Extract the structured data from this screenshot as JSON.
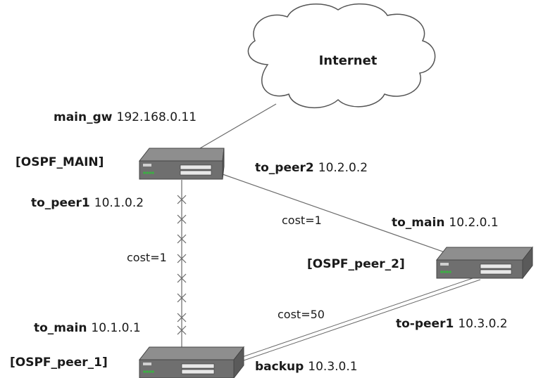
{
  "cloud": {
    "label": "Internet"
  },
  "nodes": {
    "main": {
      "label": "[OSPF_MAIN]"
    },
    "peer1": {
      "label": "[OSPF_peer_1]"
    },
    "peer2": {
      "label": "[OSPF_peer_2]"
    }
  },
  "interfaces": {
    "main_gw": {
      "name": "main_gw",
      "ip": "192.168.0.11"
    },
    "main_to_peer2": {
      "name": "to_peer2",
      "ip": "10.2.0.2"
    },
    "main_to_peer1": {
      "name": "to_peer1",
      "ip": "10.1.0.2"
    },
    "peer2_to_main": {
      "name": "to_main",
      "ip": "10.2.0.1"
    },
    "peer1_to_main": {
      "name": "to_main",
      "ip": "10.1.0.1"
    },
    "peer2_to_peer1": {
      "name": "to-peer1",
      "ip": "10.3.0.2"
    },
    "peer1_backup": {
      "name": "backup",
      "ip": "10.3.0.1"
    }
  },
  "links": {
    "main_peer1_cost": "cost=1",
    "main_peer2_cost": "cost=1",
    "peer1_peer2_cost": "cost=50"
  },
  "colors": {
    "router_top": "#8e8e8e",
    "router_front": "#6f6f6f",
    "router_side": "#5a5a5a",
    "led": "#3cb043",
    "line": "#6a6a6a"
  }
}
